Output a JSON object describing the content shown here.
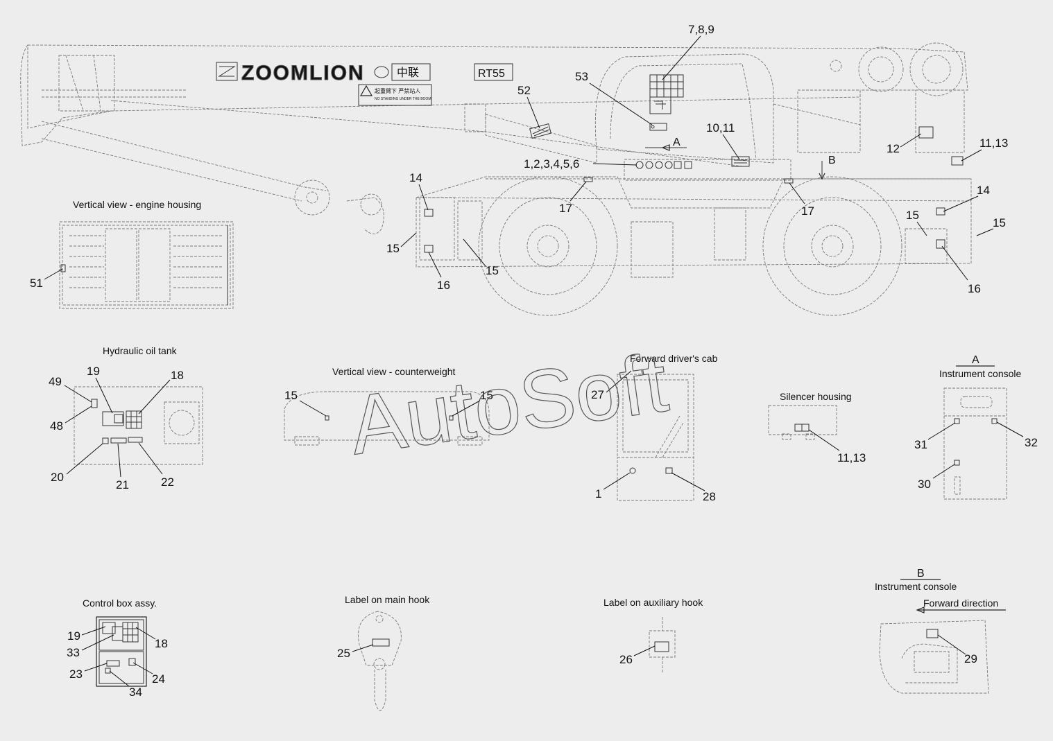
{
  "brand": {
    "logo_text": "ZOOMLION",
    "cn_logo": "中联",
    "model": "RT55",
    "warning_cn": "起重臂下 严禁站人",
    "warning_en": "NO STANDING UNDER THE BOOM"
  },
  "watermark": "AutoSoft",
  "views": {
    "engine_housing": "Vertical view - engine housing",
    "hydraulic_tank": "Hydraulic oil tank",
    "counterweight": "Vertical view - counterweight",
    "drivers_cab": "Forward driver's cab",
    "silencer": "Silencer housing",
    "console_a_letter": "A",
    "console_a": "Instrument console",
    "control_box": "Control box assy.",
    "main_hook": "Label on main hook",
    "aux_hook": "Label on auxiliary hook",
    "console_b_letter": "B",
    "console_b": "Instrument console",
    "forward_direction": "Forward direction",
    "view_arrow_a": "A",
    "view_arrow_b": "B"
  },
  "callouts": {
    "c789": "7,8,9",
    "c53": "53",
    "c52": "52",
    "c1011": "10,11",
    "c123456": "1,2,3,4,5,6",
    "c12": "12",
    "c1113_top": "11,13",
    "c14_left": "14",
    "c14_right": "14",
    "c17_left": "17",
    "c17_right": "17",
    "c15_a": "15",
    "c15_b": "15",
    "c15_c": "15",
    "c15_d": "15",
    "c16_left": "16",
    "c16_right": "16",
    "c51": "51",
    "c49": "49",
    "c48": "48",
    "c19_tank": "19",
    "c18_tank": "18",
    "c20": "20",
    "c21": "21",
    "c22": "22",
    "c15_cw_left": "15",
    "c15_cw_right": "15",
    "c27": "27",
    "c1": "1",
    "c28": "28",
    "c1113_sil": "11,13",
    "c31": "31",
    "c32": "32",
    "c30": "30",
    "c19_box": "19",
    "c18_box": "18",
    "c33": "33",
    "c23": "23",
    "c24": "24",
    "c34": "34",
    "c25": "25",
    "c26": "26",
    "c29": "29"
  }
}
